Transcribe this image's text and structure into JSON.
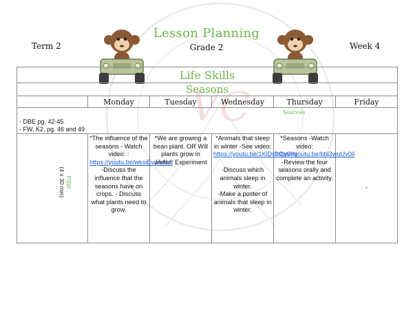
{
  "header": {
    "term": "Term 2",
    "title": "Lesson Planning",
    "grade": "Grade 2",
    "week": "Week 4"
  },
  "subject": "Life Skills",
  "topic": "Seasons",
  "days": [
    "Monday",
    "Tuesday",
    "Wednesday",
    "Thursday",
    "Friday"
  ],
  "sources": {
    "label": "Sources",
    "lines": [
      "- DBE pg. 42-45",
      "- FW, K2, pg. 46 and 49"
    ]
  },
  "psw": {
    "label": "PSW",
    "duration": "(4 x 30 min)"
  },
  "lessons": {
    "monday": {
      "intro": "*The influence of the seasons - Watch video: :",
      "link": "https://youtu.be/wksiEvJAAh8",
      "after": "-Discuss the influence that the seasons have on crops. - Discuss what plants need to grow."
    },
    "tuesday": {
      "text": "*We are growing a bean plant. OR Will plants grow in winter: Experiment"
    },
    "wednesday": {
      "intro": "*Animals that sleep in winter -See video:",
      "link": "https://youtu.be/1KlDrDOy9hg",
      "after1": "-Discuss which animals sleep in winter.",
      "after2": "-Make a poster of animals that sleep in winter."
    },
    "thursday": {
      "intro": "*Seasons -Watch video:",
      "link": "https://youtu.be/bbj3wuUv0lI",
      "after": "-Review the four seasons orally and complete an activity."
    },
    "friday": {
      "text": "-"
    }
  },
  "colors": {
    "accent_green": "#6fb34a",
    "link_blue": "#1a5fd0",
    "border": "#8a8a8a"
  }
}
